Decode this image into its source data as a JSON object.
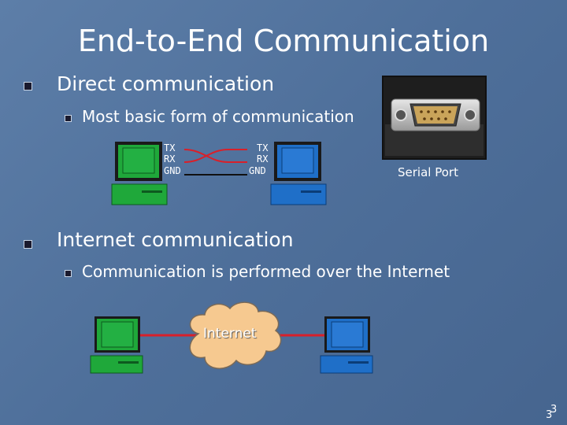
{
  "title": "End-to-End Communication",
  "bullets": [
    {
      "text": "Direct communication",
      "sub": "Most basic form of communication"
    },
    {
      "text": "Internet communication",
      "sub": "Communication is performed over the Internet"
    }
  ],
  "left_pins": [
    "TX",
    "RX",
    "GND"
  ],
  "right_pins": [
    "TX",
    "RX",
    "GND"
  ],
  "serial_port_label": "Serial Port",
  "cloud_label": "Internet",
  "page_number_a": "3",
  "page_number_b": "3",
  "colors": {
    "green_pc": "#1fa83a",
    "blue_pc": "#1f6fc8",
    "red_wire": "#d8202a",
    "cloud": "#f6c990"
  }
}
